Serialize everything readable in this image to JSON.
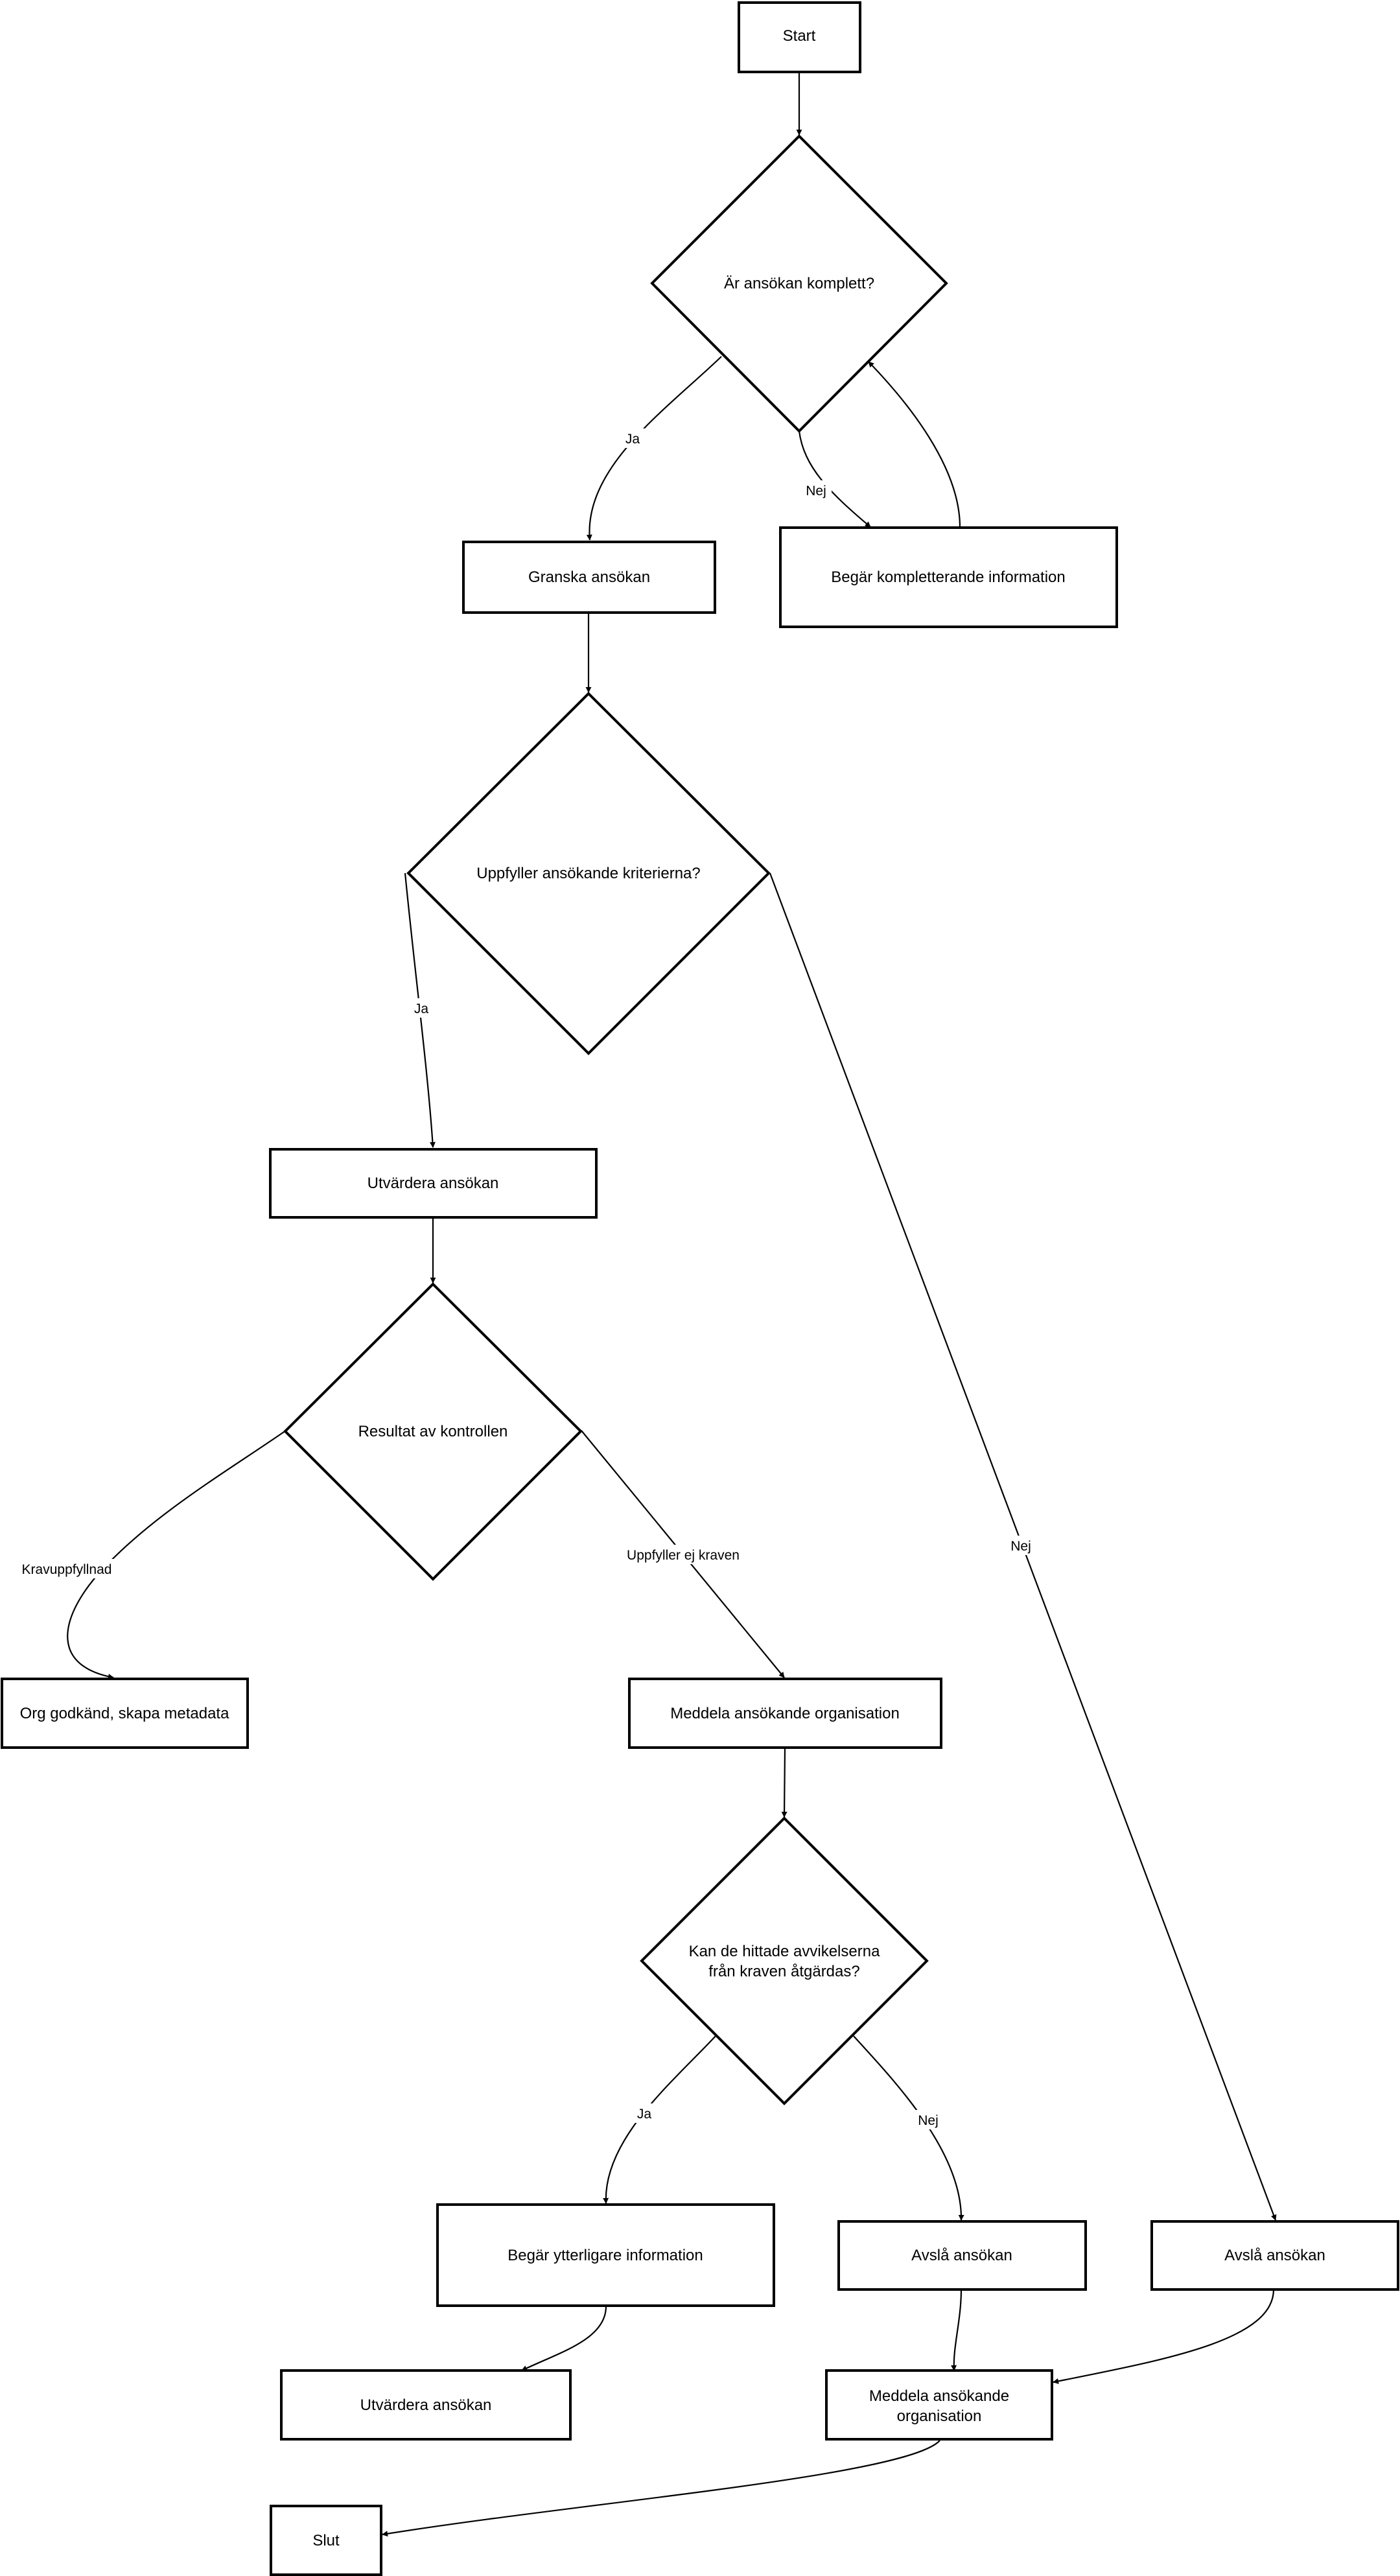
{
  "diagram": {
    "nodes": {
      "start": "Start",
      "q_complete": "Är ansökan komplett?",
      "review": "Granska ansökan",
      "request_info": "Begär kompletterande information",
      "q_criteria": "Uppfyller ansökande kriterierna?",
      "evaluate": "Utvärdera ansökan",
      "q_result": "Resultat av kontrollen",
      "approved": "Org godkänd, skapa metadata",
      "notify_org": "Meddela ansökande organisation",
      "q_fixable": [
        "Kan de hittade avvikelserna",
        "från kraven åtgärdas?"
      ],
      "request_more": "Begär ytterligare information",
      "reject_1": "Avslå ansökan",
      "reject_2": "Avslå ansökan",
      "evaluate_2": "Utvärdera ansökan",
      "notify_org_2": [
        "Meddela ansökande",
        "organisation"
      ],
      "end": "Slut"
    },
    "edge_labels": {
      "complete_yes": "Ja",
      "complete_no": "Nej",
      "criteria_yes": "Ja",
      "criteria_no": "Nej",
      "result_pass": "Kravuppfyllnad",
      "result_fail": "Uppfyller ej kraven",
      "fixable_yes": "Ja",
      "fixable_no": "Nej"
    }
  }
}
